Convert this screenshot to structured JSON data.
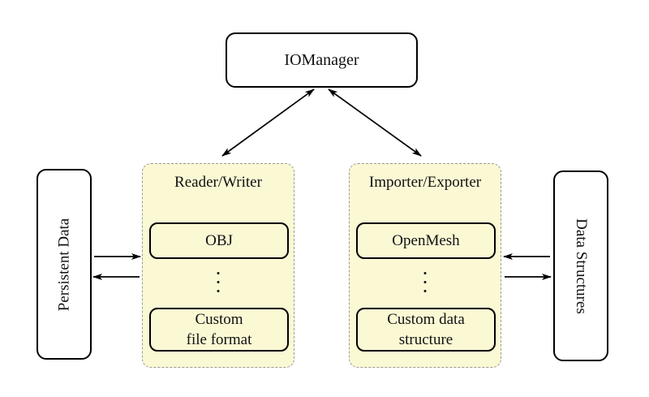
{
  "diagram": {
    "nodes": {
      "iomanager": {
        "label": "IOManager"
      },
      "persistent_data": {
        "label": "Persistent Data"
      },
      "data_structures": {
        "label": "Data Structures"
      },
      "reader_writer": {
        "title": "Reader/Writer",
        "items": [
          {
            "label": "OBJ"
          },
          {
            "label_line1": "Custom",
            "label_line2": "file format"
          }
        ],
        "separator_icon": "vdots"
      },
      "importer_exporter": {
        "title": "Importer/Exporter",
        "items": [
          {
            "label": "OpenMesh"
          },
          {
            "label_line1": "Custom data",
            "label_line2": "structure"
          }
        ],
        "separator_icon": "vdots"
      }
    },
    "edges": [
      {
        "from": "iomanager",
        "to": "reader_writer",
        "bidirectional": true
      },
      {
        "from": "iomanager",
        "to": "importer_exporter",
        "bidirectional": true
      },
      {
        "from": "persistent_data",
        "to": "reader_writer",
        "bidirectional": false
      },
      {
        "from": "reader_writer",
        "to": "persistent_data",
        "bidirectional": false
      },
      {
        "from": "data_structures",
        "to": "importer_exporter",
        "bidirectional": false
      },
      {
        "from": "importer_exporter",
        "to": "data_structures",
        "bidirectional": false
      }
    ],
    "colors": {
      "background": "#FFFFFF",
      "panel_fill": "#FBF8D4",
      "panel_border": "#999999",
      "node_border": "#000000",
      "arrow": "#000000"
    }
  }
}
